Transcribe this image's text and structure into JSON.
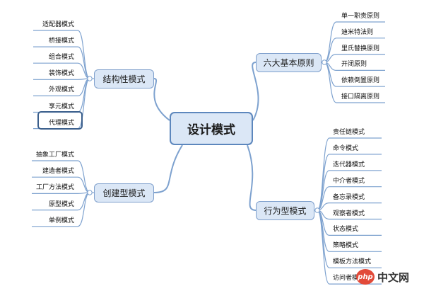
{
  "center": "设计模式",
  "branches": {
    "structural": {
      "label": "结构性模式",
      "items": [
        "适配器模式",
        "桥接模式",
        "组合模式",
        "装饰模式",
        "外观模式",
        "享元模式",
        "代理模式"
      ]
    },
    "creational": {
      "label": "创建型模式",
      "items": [
        "抽象工厂模式",
        "建造者模式",
        "工厂方法模式",
        "原型模式",
        "单例模式"
      ]
    },
    "principles": {
      "label": "六大基本原则",
      "items": [
        "单一职责原则",
        "迪米特法则",
        "里氏替换原则",
        "开闭原则",
        "依赖倒置原则",
        "接口隔离原则"
      ]
    },
    "behavioral": {
      "label": "行为型模式",
      "items": [
        "责任链模式",
        "命令模式",
        "迭代器模式",
        "中介者模式",
        "备忘录模式",
        "观察者模式",
        "状态模式",
        "策略模式",
        "模板方法模式",
        "访问者模式"
      ]
    }
  },
  "selected_item": "代理模式",
  "watermark": {
    "logo": "php",
    "text": "中文网"
  },
  "colors": {
    "line": "#7ea2cf",
    "node_fill": "#dbe7f6",
    "node_border": "#7fa0cc",
    "selected_border": "#3b5f8c"
  }
}
